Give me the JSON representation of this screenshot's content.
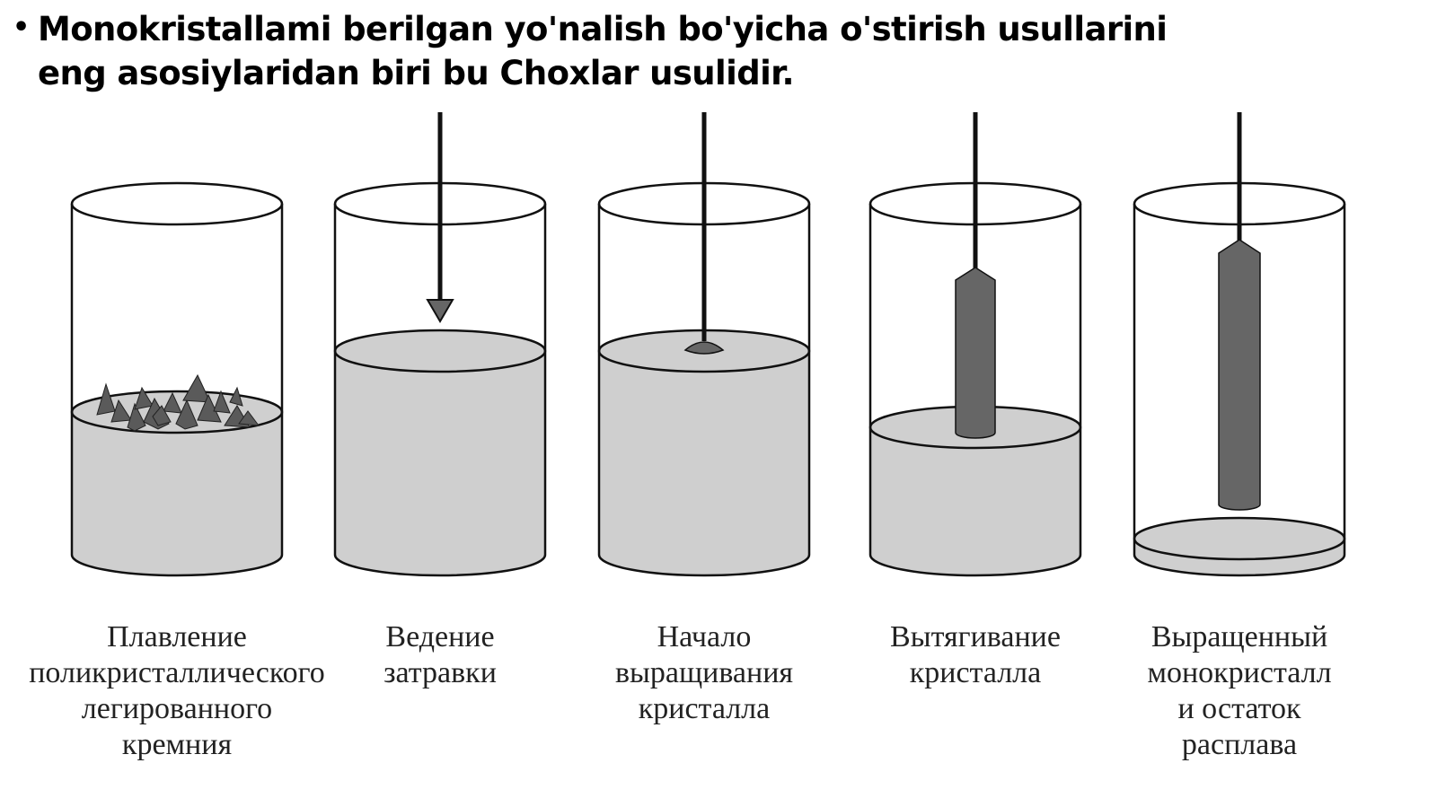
{
  "slide": {
    "bullet_symbol": "•",
    "bullet_text": "Monokristallami berilgan yo'nalish bo'yicha o'stirish usullarini eng asosiylaridan biri bu Choxlar usulidir."
  },
  "diagram": {
    "stages": [
      {
        "caption": [
          "Плавление",
          "поликристаллического",
          "легированного",
          "кремния"
        ]
      },
      {
        "caption": [
          "Ведение",
          "затравки"
        ]
      },
      {
        "caption": [
          "Начало",
          "выращивания",
          "кристалла"
        ]
      },
      {
        "caption": [
          "Вытягивание",
          "кристалла"
        ]
      },
      {
        "caption": [
          "Выращенный",
          "монокристалл",
          "и остаток",
          "расплава"
        ]
      }
    ],
    "colors": {
      "melt": "#cfcfcf",
      "crystal": "#666666",
      "outline": "#111111",
      "chunks": "#5a5a5a"
    }
  }
}
